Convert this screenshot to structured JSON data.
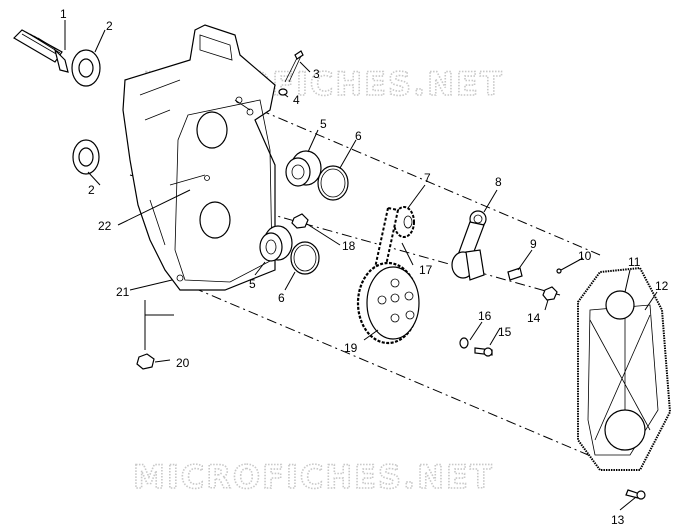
{
  "watermark_top": "MICROFICHES.NET",
  "watermark_bottom": "MICROFICHES.NET",
  "callouts": [
    "1",
    "2",
    "3",
    "4",
    "5",
    "6",
    "7",
    "8",
    "9",
    "10",
    "11",
    "12",
    "13",
    "14",
    "15",
    "16",
    "17",
    "18",
    "19",
    "2",
    "5",
    "6",
    "20",
    "21",
    "22"
  ]
}
